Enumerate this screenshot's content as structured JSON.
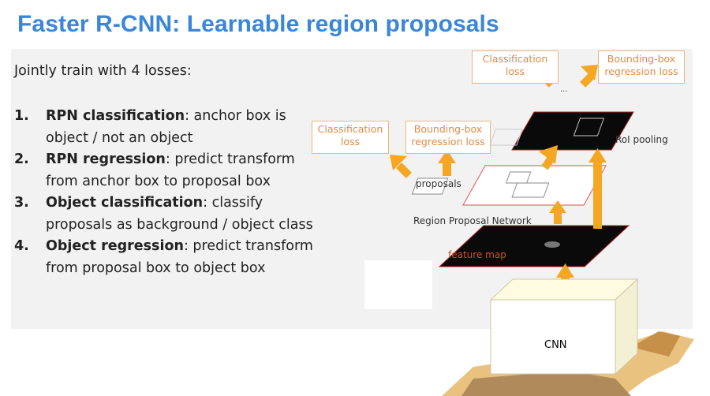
{
  "slide": {
    "title": "Faster R-CNN: Learnable region proposals",
    "intro": "Jointly train with 4 losses:",
    "losses": [
      {
        "number": "1.",
        "term": "RPN classification",
        "rest": ": anchor box is object / not an object"
      },
      {
        "number": "2.",
        "term": "RPN regression",
        "rest": ": predict transform from anchor box to proposal box"
      },
      {
        "number": "3.",
        "term": "Object classification",
        "rest": ": classify proposals as background / object class"
      },
      {
        "number": "4.",
        "term": "Object regression",
        "rest": ": predict transform from proposal box to object box"
      }
    ]
  },
  "diagram": {
    "top_cls_loss": "Classification loss",
    "top_bbox_loss": "Bounding-box regression loss",
    "ellipsis": "...",
    "roi_pooling": "RoI pooling",
    "rpn_cls_loss": "Classification loss",
    "rpn_bbox_loss": "Bounding-box regression loss",
    "proposals": "proposals",
    "rpn": "Region Proposal Network",
    "feature_map": "feature map",
    "cnn": "CNN"
  },
  "colors": {
    "title": "#3a86d8",
    "arrow": "#f5a623",
    "box_border": "#e8b87a",
    "box_text": "#e08a44",
    "feature_map_label": "#d84a2a"
  }
}
